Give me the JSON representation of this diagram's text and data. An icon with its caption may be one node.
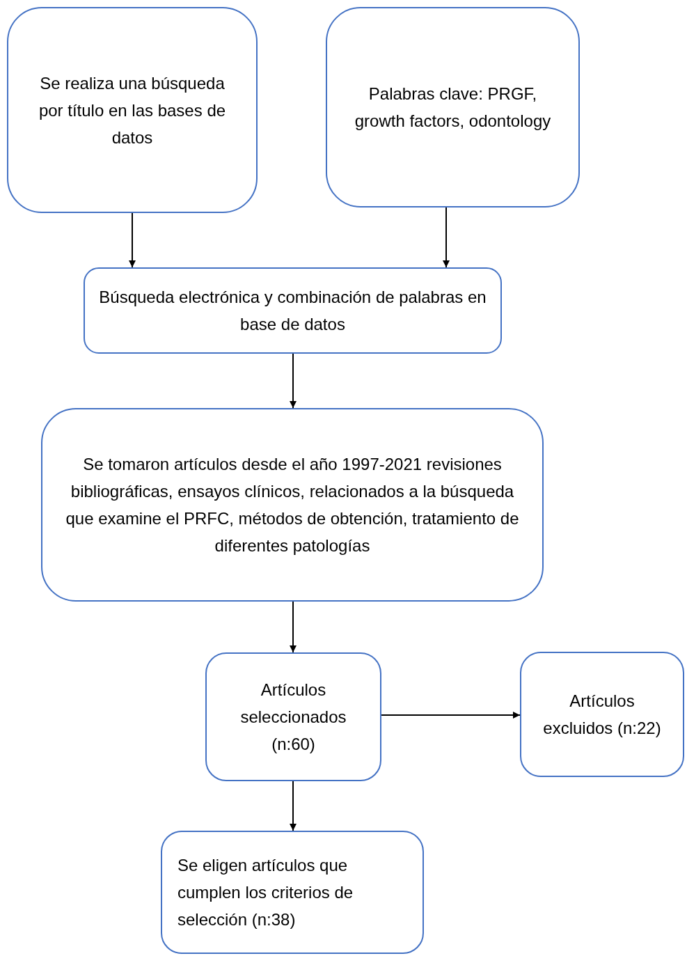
{
  "diagram": {
    "nodes": [
      {
        "text": [
          "Se realiza una búsqueda por título en las bases de datos"
        ]
      },
      {
        "text": [
          "Palabras clave: PRGF, growth factors, odontology"
        ]
      },
      {
        "text": [
          "Búsqueda electrónica y combinación de palabras en base de datos"
        ]
      },
      {
        "text": [
          "Se tomaron artículos desde el año 1997-2021 revisiones bibliográficas, ensayos clínicos, relacionados a la búsqueda que examine el PRFC, métodos de obtención, tratamiento de diferentes patologías"
        ]
      },
      {
        "text": [
          "Artículos seleccionados (n:60)"
        ]
      },
      {
        "text": [
          "Artículos excluidos (n:22)"
        ]
      },
      {
        "text": [
          "Se eligen artículos que cumplen los criterios de selección (n:38)"
        ]
      }
    ],
    "edges": [
      {
        "from": 0,
        "to": 2,
        "arrow": "to"
      },
      {
        "from": 1,
        "to": 2,
        "arrow": "to"
      },
      {
        "from": 2,
        "to": 3,
        "arrow": "to"
      },
      {
        "from": 3,
        "to": 4,
        "arrow": "to"
      },
      {
        "from": 4,
        "to": 5,
        "arrow": "to"
      },
      {
        "from": 4,
        "to": 6,
        "arrow": "to"
      }
    ]
  }
}
